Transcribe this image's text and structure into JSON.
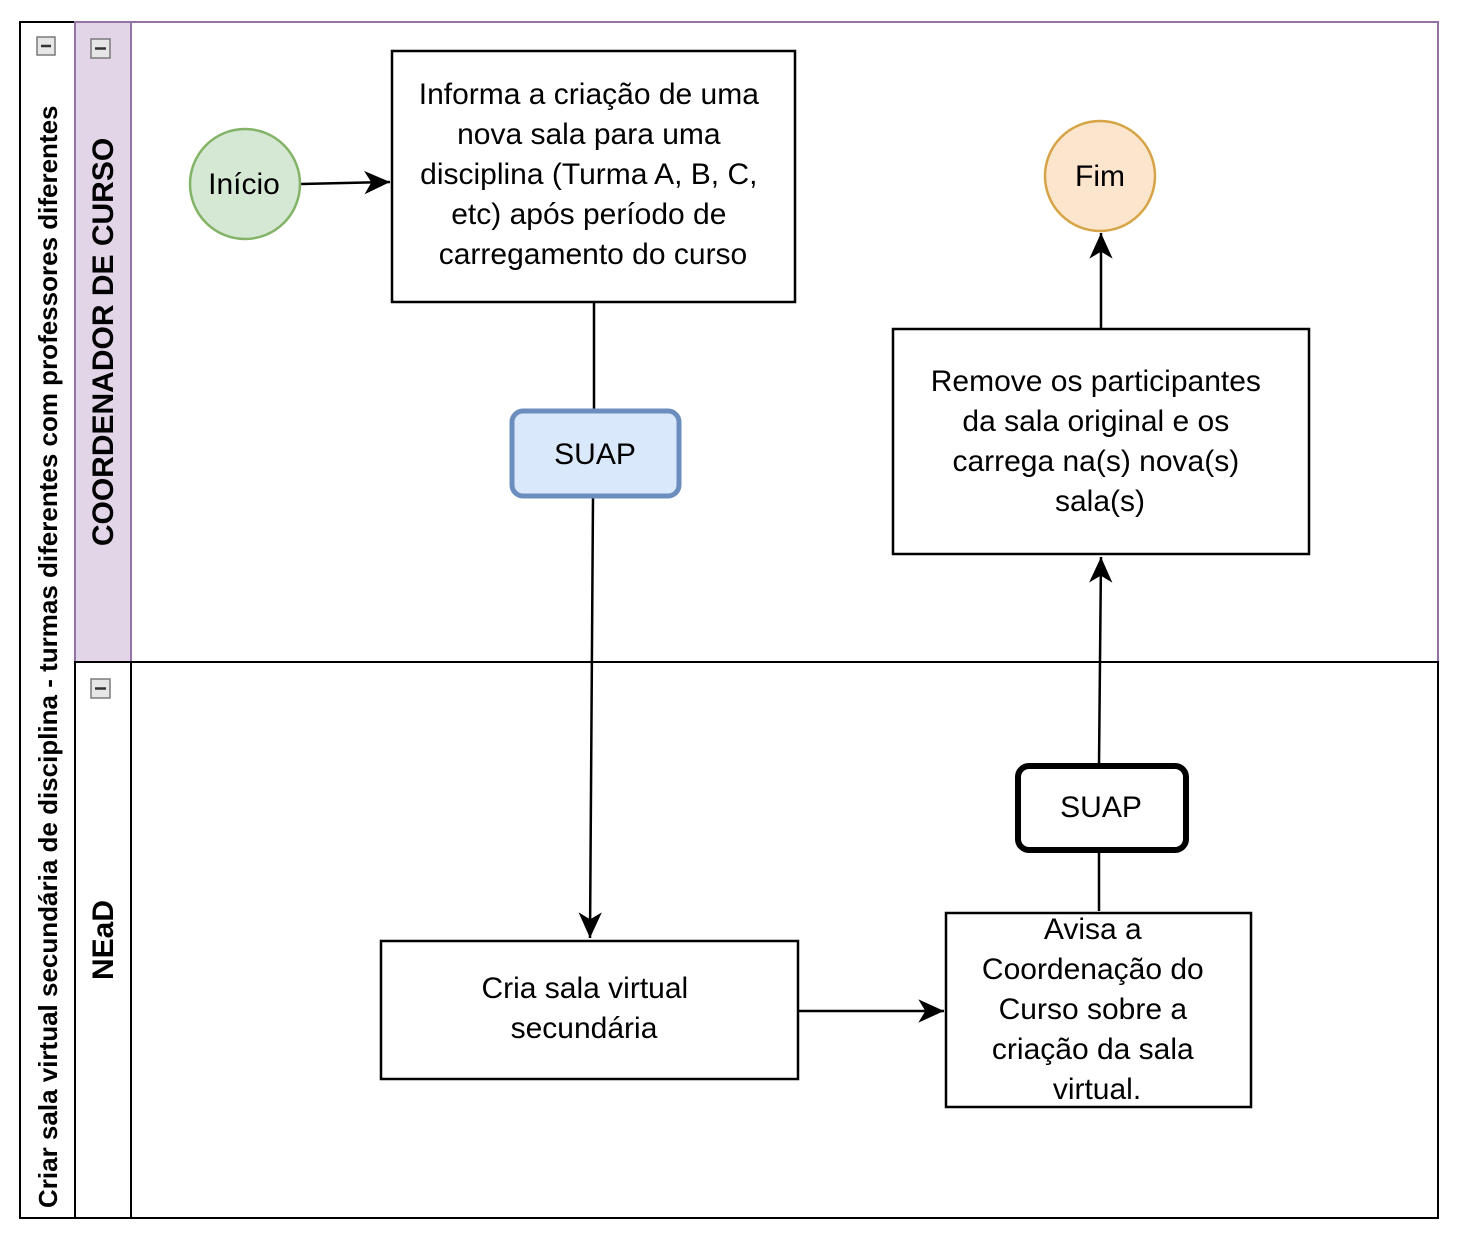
{
  "pool": {
    "title": "Criar sala virtual secundária de disciplina - turmas diferentes com professores diferentes"
  },
  "lanes": [
    {
      "title": "COORDENADOR DE CURSO",
      "color": "#e1d5e7"
    },
    {
      "title": "NEaD",
      "color": "#ffffff"
    }
  ],
  "nodes": {
    "start": {
      "label": "Início",
      "fill": "#d5e8d4",
      "stroke": "#82b366"
    },
    "end": {
      "label": "Fim",
      "fill": "#fbe5cc",
      "stroke": "#d6a447"
    },
    "inform": {
      "lines": [
        "Informa a criação de uma",
        "nova sala para uma",
        "disciplina (Turma A, B, C,",
        "etc) após período de",
        "carregamento do curso"
      ]
    },
    "suap_1": {
      "label": "SUAP",
      "fill": "#dae8fc",
      "stroke": "#6c8ebf"
    },
    "create_room": {
      "lines": [
        "Cria sala virtual",
        "secundária"
      ]
    },
    "notify": {
      "lines": [
        "Avisa a",
        "Coordenação do",
        "Curso sobre a",
        "criação da sala",
        "virtual."
      ]
    },
    "suap_2": {
      "label": "SUAP",
      "fill": "#ffffff",
      "stroke": "#000000"
    },
    "remove": {
      "lines": [
        "Remove os participantes",
        "da sala original e os",
        "carrega na(s) nova(s)",
        "sala(s)"
      ]
    }
  },
  "collapse_icon": "minus-box-icon",
  "colors": {
    "pool_border": "#000000",
    "lane1_border": "#9673a6"
  }
}
